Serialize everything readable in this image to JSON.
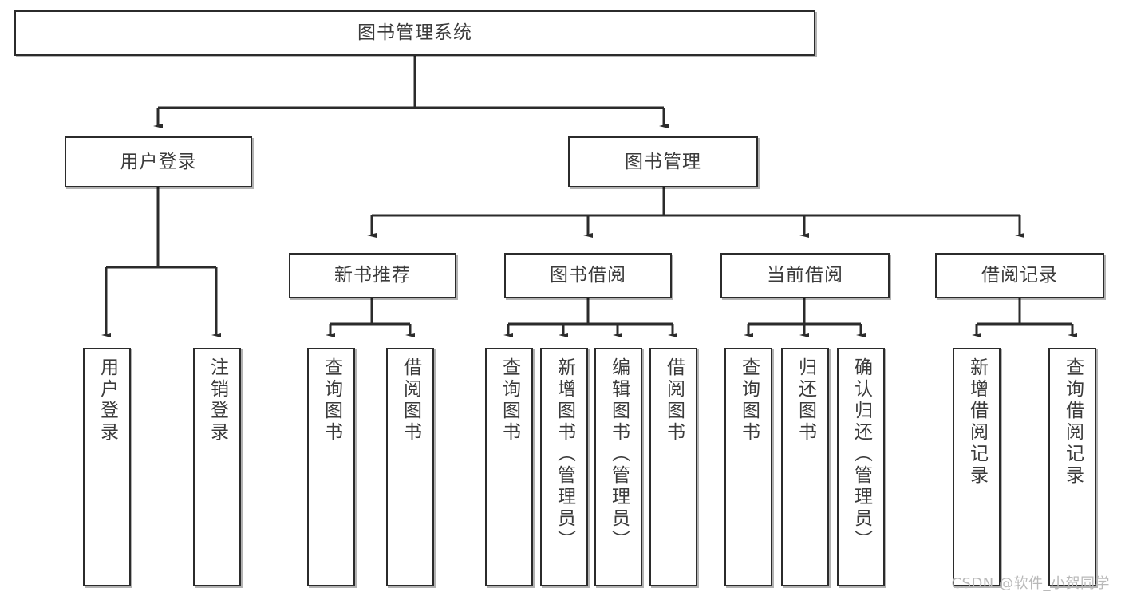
{
  "diagram": {
    "title": "图书管理系统",
    "type": "tree",
    "watermark": "CSDN @软件_小贺同学",
    "stroke_color": "#2b2b2b",
    "text_color": "#3b3b3b",
    "background": "#ffffff"
  },
  "nodes": {
    "root": {
      "label": "图书管理系统"
    },
    "level1": [
      {
        "label": "用户登录"
      },
      {
        "label": "图书管理"
      }
    ],
    "level2": [
      {
        "label": "新书推荐"
      },
      {
        "label": "图书借阅"
      },
      {
        "label": "当前借阅"
      },
      {
        "label": "借阅记录"
      }
    ],
    "leaves": {
      "user_login": [
        {
          "label": "用户登录"
        },
        {
          "label": "注销登录"
        }
      ],
      "new_book": [
        {
          "label": "查询图书"
        },
        {
          "label": "借阅图书"
        }
      ],
      "borrow_book": [
        {
          "label": "查询图书"
        },
        {
          "label": "新增图书（管理员）"
        },
        {
          "label": "编辑图书（管理员）"
        },
        {
          "label": "借阅图书"
        }
      ],
      "current_borrow": [
        {
          "label": "查询图书"
        },
        {
          "label": "归还图书"
        },
        {
          "label": "确认归还（管理员）"
        }
      ],
      "borrow_record": [
        {
          "label": "新增借阅记录"
        },
        {
          "label": "查询借阅记录"
        }
      ]
    }
  }
}
